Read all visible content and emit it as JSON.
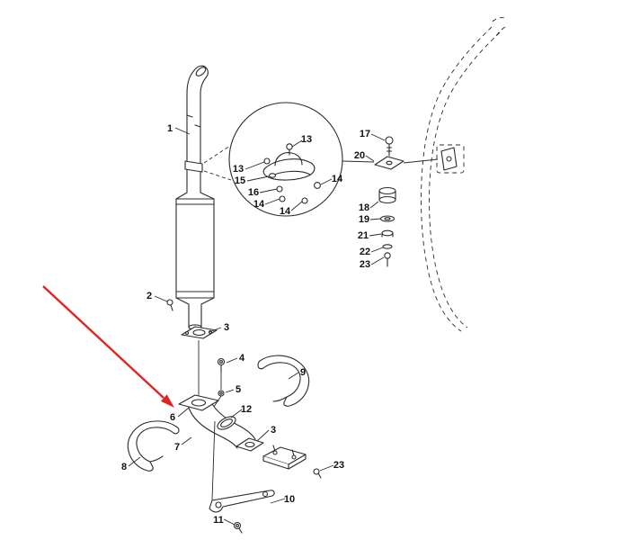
{
  "colors": {
    "arrow": "#e02420",
    "line": "#2b2b2b"
  },
  "callouts": {
    "c1": "1",
    "c2": "2",
    "c3a": "3",
    "c3b": "3",
    "c4": "4",
    "c5": "5",
    "c6": "6",
    "c7": "7",
    "c8": "8",
    "c9": "9",
    "c10": "10",
    "c11": "11",
    "c12": "12",
    "c13a": "13",
    "c13b": "13",
    "c14a": "14",
    "c14b": "14",
    "c14c": "14",
    "c15": "15",
    "c16": "16",
    "c17": "17",
    "c18": "18",
    "c19": "19",
    "c20": "20",
    "c21": "21",
    "c22": "22",
    "c23a": "23",
    "c23b": "23"
  }
}
